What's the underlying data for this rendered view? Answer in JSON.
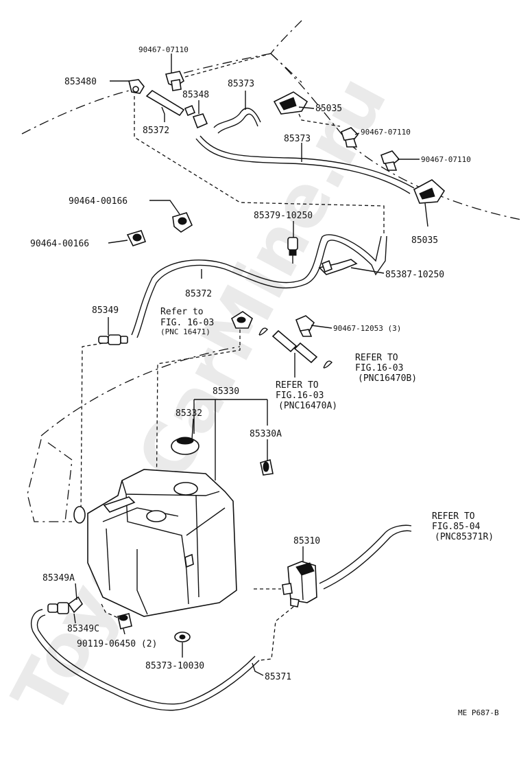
{
  "watermark": "ToyotaCarMine.ru",
  "figure_code": "ME  P687-B",
  "labels": {
    "p853480": "853480",
    "p90467_07110_a": "90467-07110",
    "p85348": "85348",
    "p85373_a": "85373",
    "p85372_a": "85372",
    "p85035_a": "85035",
    "p90467_07110_b": "90467-07110",
    "p85373_b": "85373",
    "p90467_07110_c": "90467-07110",
    "p90464_00166_a": "90464-00166",
    "p90464_00166_b": "90464-00166",
    "p85035_b": "85035",
    "p85379_10250": "85379-10250",
    "p85387_10250": "85387-10250",
    "p85372_b": "85372",
    "p85349": "85349",
    "refer_a_1": "Refer to",
    "refer_a_2": "FIG. 16-03",
    "refer_a_3": "(PNC 16471)",
    "p90467_12053": "90467-12053 (3)",
    "refer_b_1": "REFER TO",
    "refer_b_2": "FIG.16-03",
    "refer_b_3": "(PNC16470B)",
    "refer_c_1": "REFER TO",
    "refer_c_2": "FIG.16-03",
    "refer_c_3": "(PNC16470A)",
    "p85330": "85330",
    "p85332": "85332",
    "p85330A": "85330A",
    "refer_d_1": "REFER TO",
    "refer_d_2": "FIG.85-04",
    "refer_d_3": "(PNC85371R)",
    "p85310": "85310",
    "p85349A": "85349A",
    "p85349C": "85349C",
    "p90119_06450": "90119-06450 (2)",
    "p85373_10030": "85373-10030",
    "p85371": "85371"
  }
}
